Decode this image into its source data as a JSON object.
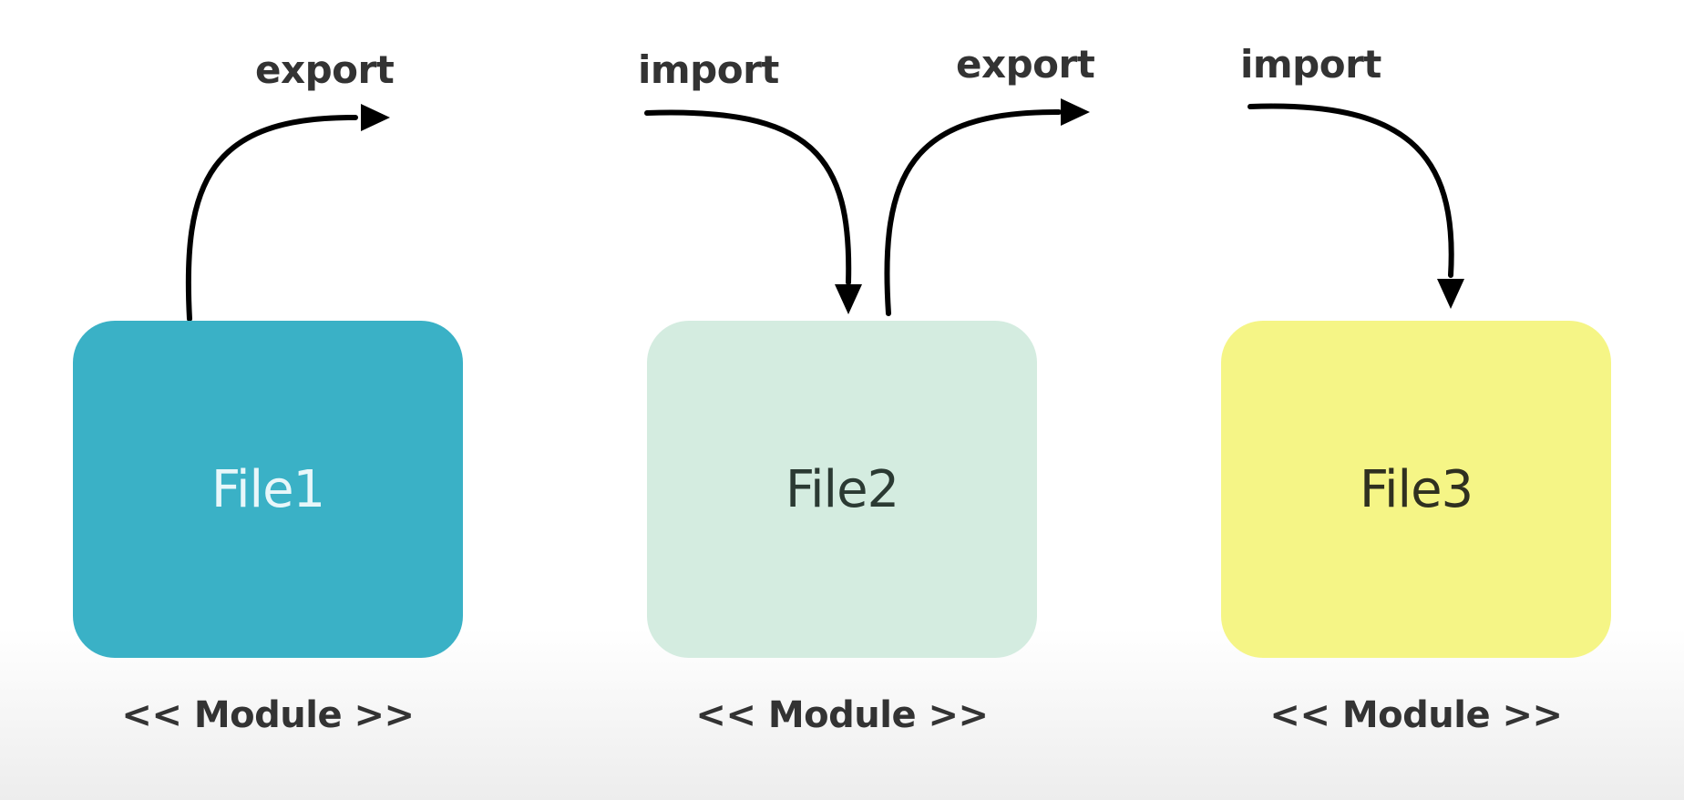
{
  "modules": [
    {
      "name": "File1",
      "caption": "<< Module >>",
      "color": "#3ab1c6",
      "text_color": "#e8f7fa"
    },
    {
      "name": "File2",
      "caption": "<< Module >>",
      "color": "#d4ece0",
      "text_color": "#2b3a33"
    },
    {
      "name": "File3",
      "caption": "<< Module >>",
      "color": "#f5f586",
      "text_color": "#2f3020"
    }
  ],
  "arrows": [
    {
      "label": "export",
      "from": "File1",
      "direction": "out"
    },
    {
      "label": "import",
      "to": "File2",
      "direction": "in"
    },
    {
      "label": "export",
      "from": "File2",
      "direction": "out"
    },
    {
      "label": "import",
      "to": "File3",
      "direction": "in"
    }
  ],
  "arrow_color": "#000000"
}
